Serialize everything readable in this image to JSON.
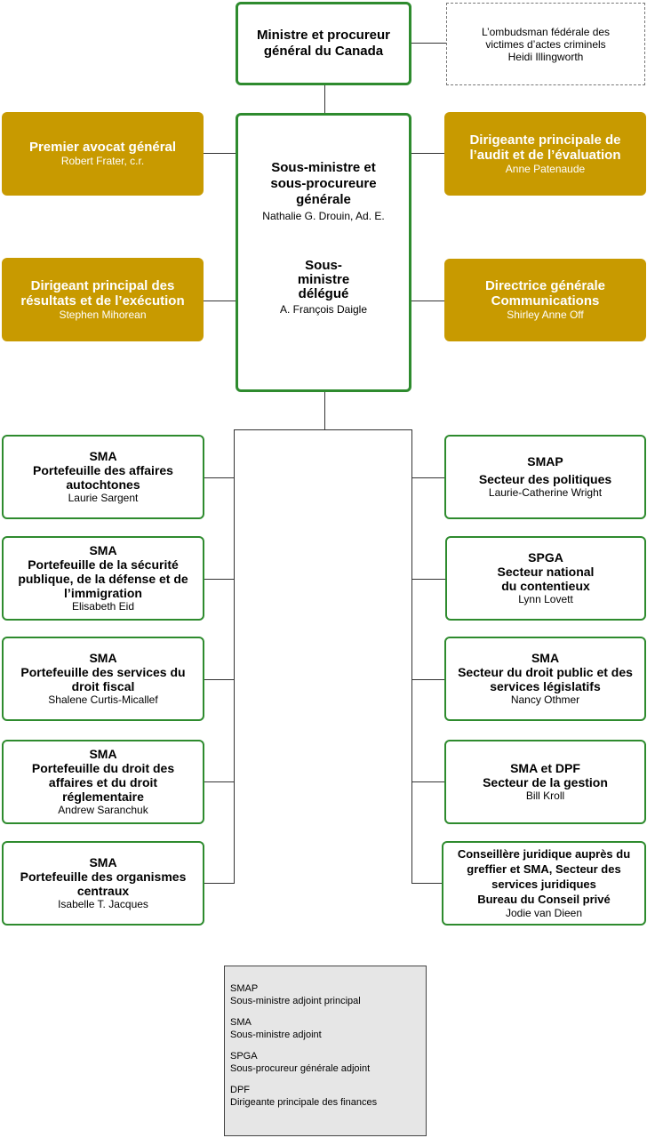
{
  "minister": {
    "title": "Ministre et procureur général du Canada"
  },
  "ombudsman": {
    "line1": "L’ombudsman fédérale des",
    "line2": "victimes d’actes criminels",
    "name": "Heidi Illingworth"
  },
  "deputy": {
    "title": "Sous-ministre et sous-procureure générale",
    "name": "Nathalie G. Drouin, Ad. E.",
    "assoc_title": "Sous-ministre délégué",
    "assoc_name": "A. François Daigle"
  },
  "left_gold": [
    {
      "title": "Premier avocat général",
      "name": "Robert Frater, c.r."
    },
    {
      "title": "Dirigeant principal des résultats et de l’exécution",
      "name": "Stephen Mihorean"
    }
  ],
  "right_gold": [
    {
      "title": "Dirigeante principale de l’audit et de l’évaluation",
      "name": "Anne Patenaude"
    },
    {
      "title": "Directrice générale Communications",
      "name": "Shirley Anne Off"
    }
  ],
  "left_boxes": [
    {
      "title": "SMA",
      "subtitle": "Portefeuille des affaires autochtones",
      "name": "Laurie Sargent"
    },
    {
      "title": "SMA",
      "subtitle": "Portefeuille de la sécurité publique, de la défense et de l’immigration",
      "name": "Elisabeth Eid"
    },
    {
      "title": "SMA",
      "subtitle": "Portefeuille des services du droit fiscal",
      "name": "Shalene Curtis-Micallef"
    },
    {
      "title": "SMA",
      "subtitle": "Portefeuille du droit des affaires et du droit réglementaire",
      "name": "Andrew Saranchuk"
    },
    {
      "title": "SMA",
      "subtitle": "Portefeuille des organismes centraux",
      "name": "Isabelle T. Jacques"
    }
  ],
  "right_boxes": [
    {
      "title": "SMAP",
      "subtitle": "Secteur des politiques",
      "name": "Laurie-Catherine Wright"
    },
    {
      "title": "SPGA",
      "subtitle": "Secteur national du contentieux",
      "name": "Lynn Lovett"
    },
    {
      "title": "SMA",
      "subtitle": "Secteur du droit public et des services législatifs",
      "name": "Nancy Othmer"
    },
    {
      "title": "SMA et DPF",
      "subtitle": "Secteur de la gestion",
      "name": "Bill Kroll"
    },
    {
      "title": "Conseillère juridique auprès du greffier et SMA, Secteur des services juridiques",
      "subtitle": "Bureau du Conseil privé",
      "name": "Jodie van Dieen"
    }
  ],
  "legend": [
    {
      "abbr": "SMAP",
      "full": "Sous-ministre adjoint principal"
    },
    {
      "abbr": "SMA",
      "full": "Sous-ministre adjoint"
    },
    {
      "abbr": "SPGA",
      "full": "Sous-procureur générale adjoint"
    },
    {
      "abbr": "DPF",
      "full": "Dirigeante principale des finances"
    }
  ]
}
